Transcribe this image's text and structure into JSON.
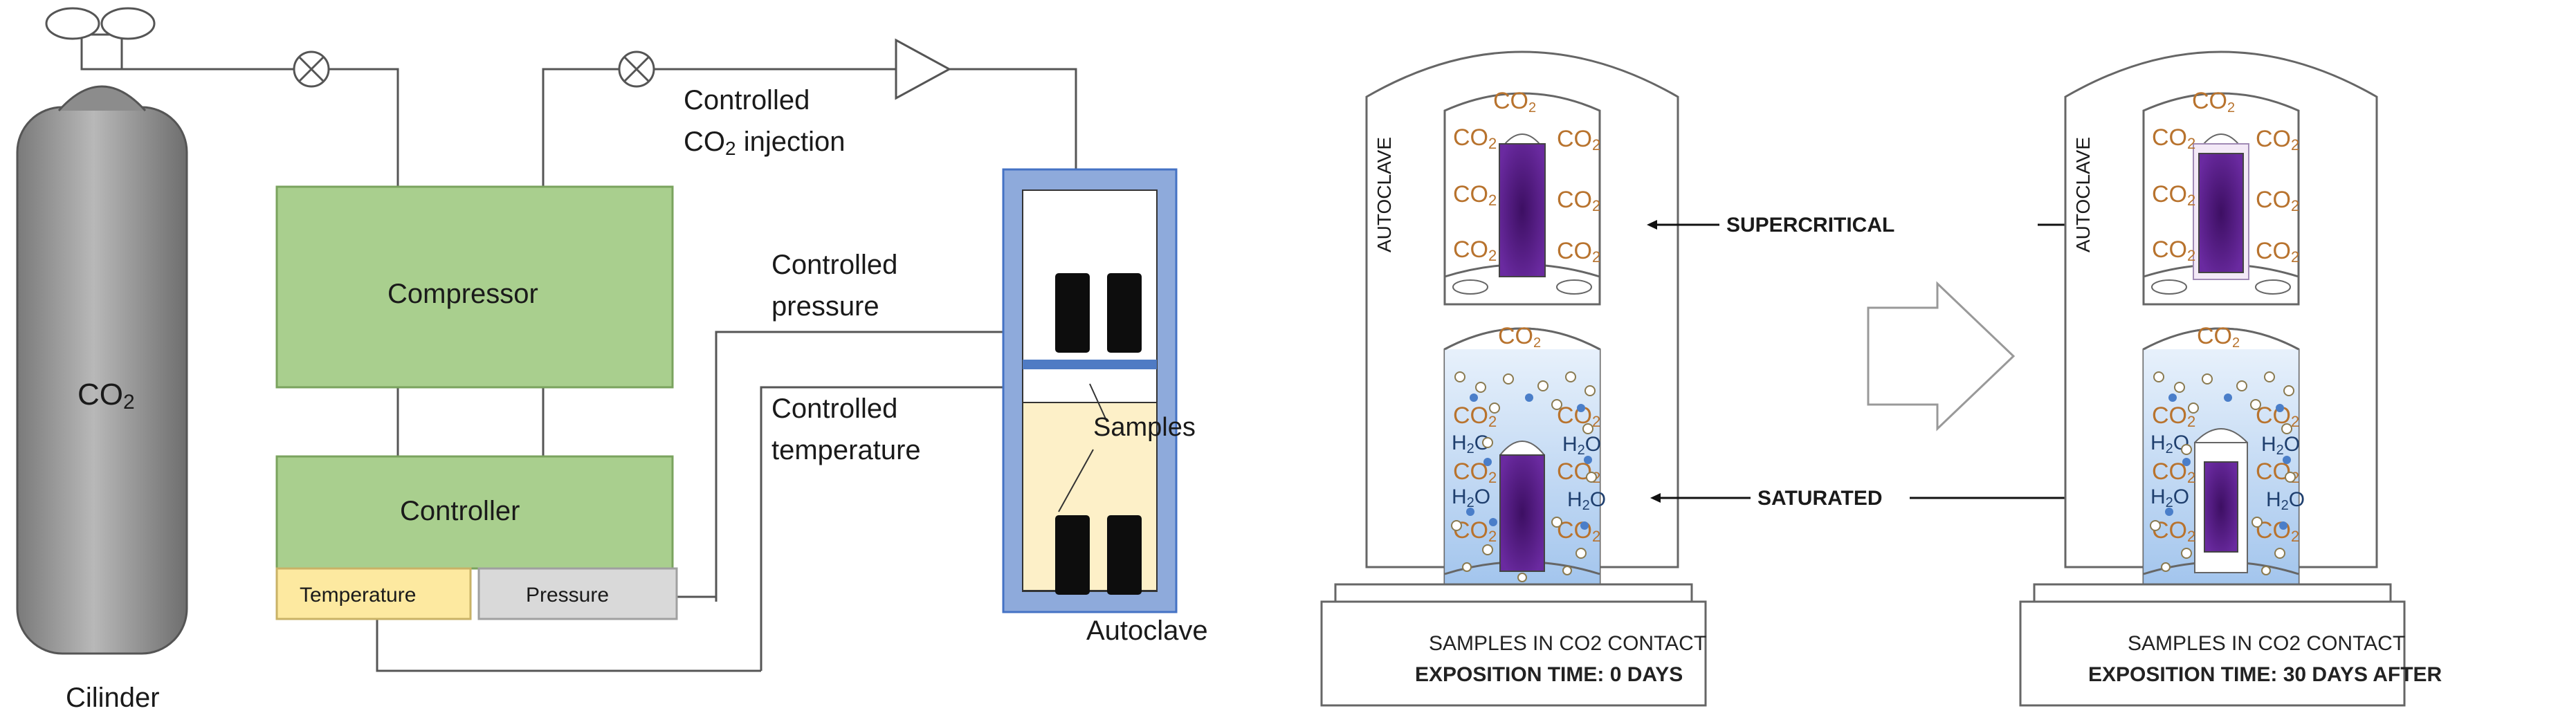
{
  "left": {
    "cylinder": {
      "gas": "CO",
      "gas_sub": "2",
      "label": "Cilinder"
    },
    "compressor": "Compressor",
    "controller": "Controller",
    "temperature": "Temperature",
    "pressure": "Pressure",
    "injection_line1": "Controlled",
    "injection_line2a": "CO",
    "injection_line2_sub": "2",
    "injection_line2b": " injection",
    "pressure_line1": "Controlled",
    "pressure_line2": "pressure",
    "temperature_line1": "Controlled",
    "temperature_line2": "temperature",
    "samples": "Samples",
    "autoclave": "Autoclave"
  },
  "panels": [
    {
      "vertical_label": "AUTOCLAVE",
      "co2": "CO",
      "co2_sub": "2",
      "h2o": "H",
      "h2o_sub": "2",
      "h2o_end": "O",
      "caption_line1": "SAMPLES IN CO2 CONTACT",
      "caption_line2": "EXPOSITION TIME: 0 DAYS"
    },
    {
      "vertical_label": "AUTOCLAVE",
      "co2": "CO",
      "co2_sub": "2",
      "h2o": "H",
      "h2o_sub": "2",
      "h2o_end": "O",
      "caption_line1": "SAMPLES IN CO2 CONTACT",
      "caption_line2": "EXPOSITION TIME: 30 DAYS AFTER"
    }
  ],
  "labels": {
    "supercritical": "SUPERCRITICAL",
    "saturated": "SATURATED"
  },
  "colors": {
    "green_box": "#a9cf8e",
    "green_border": "#7aa35e",
    "temperature_box": "#fde9a0",
    "pressure_box": "#d9d9d9",
    "autoclave_frame": "#8eaadb",
    "autoclave_lower": "#fdf0c8",
    "sample_purple": "#5c1f8c",
    "co2_text": "#b8732e",
    "water_blue": "#8fb7e8"
  }
}
